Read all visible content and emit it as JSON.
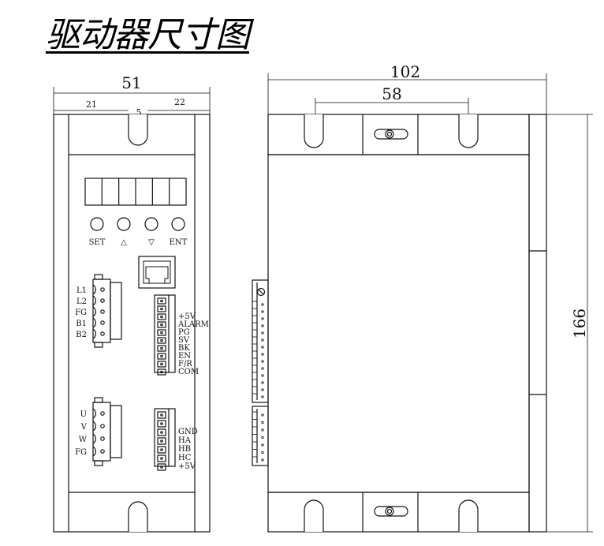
{
  "title": "驱动器尺寸图",
  "dimensions": {
    "front_width": "51",
    "front_left_offset": "21",
    "front_slot": "5",
    "front_right_offset": "22",
    "side_width": "102",
    "side_slot_spacing": "58",
    "height": "166"
  },
  "buttons": [
    {
      "label": "SET"
    },
    {
      "label": "△"
    },
    {
      "label": "▽"
    },
    {
      "label": "ENT"
    }
  ],
  "power_terminal": [
    "L1",
    "L2",
    "FG",
    "B1",
    "B2"
  ],
  "motor_terminal": [
    "U",
    "V",
    "W",
    "FG"
  ],
  "control_terminal": [
    "+5V",
    "ALARM",
    "PG",
    "SV",
    "BK",
    "EN",
    "F/R",
    "COM"
  ],
  "hall_terminal": [
    "GND",
    "HA",
    "HB",
    "HC",
    "+5V"
  ]
}
